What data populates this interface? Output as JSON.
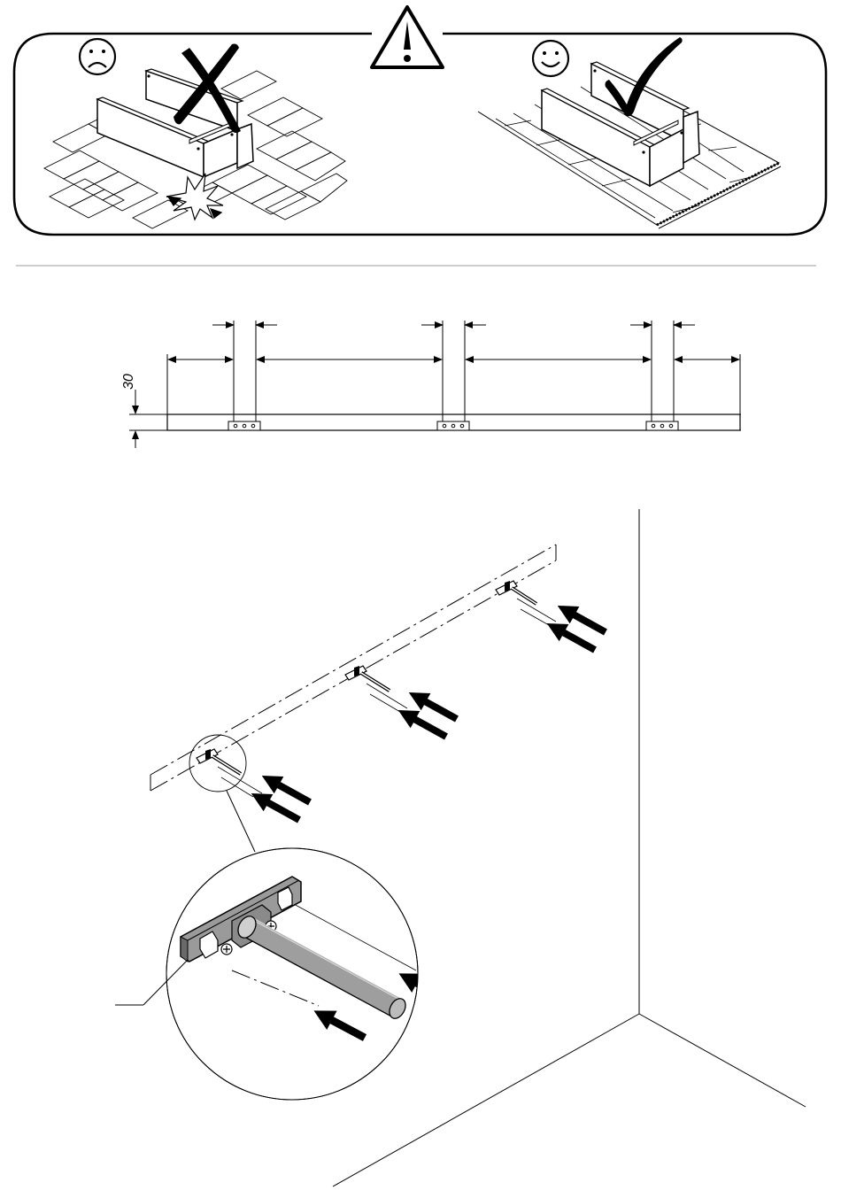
{
  "warning_banner": {
    "left_panel": {
      "mood": "sad",
      "icon": "sad-face-icon",
      "verdict_icon": "cross-mark-icon",
      "surface": "hard-tile-floor"
    },
    "center_icon": "warning-triangle-icon",
    "right_panel": {
      "mood": "happy",
      "icon": "happy-face-icon",
      "verdict_icon": "check-mark-icon",
      "surface": "soft-carpet"
    }
  },
  "dimension_diagram": {
    "height_label": "30",
    "bracket_count": 3
  },
  "install_diagram": {
    "bracket_count": 3,
    "arrows_per_bracket": 2,
    "detail_view": "bracket-closeup"
  },
  "colors": {
    "ink": "#000000",
    "paper": "#ffffff",
    "separator": "#bdbdbd",
    "bracket_gray": "#9a9a9a"
  }
}
